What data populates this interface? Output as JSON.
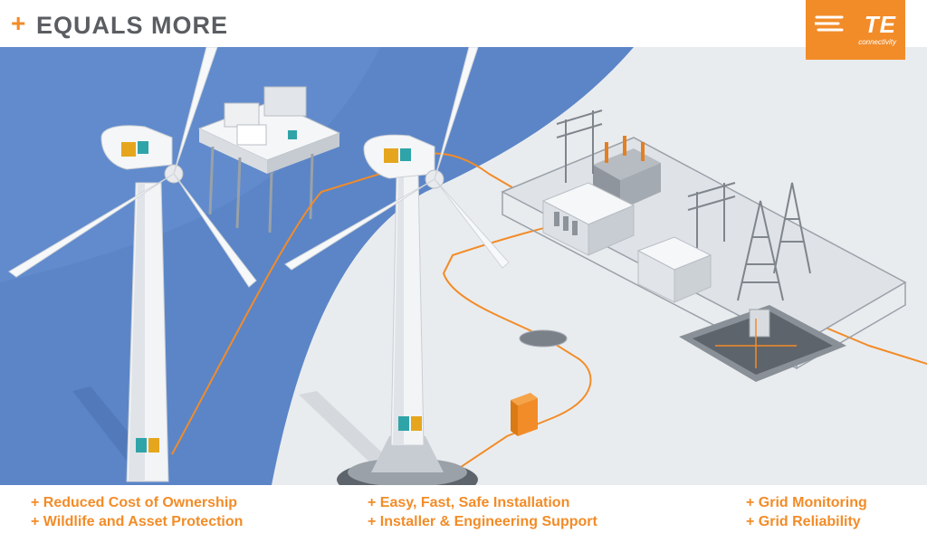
{
  "header": {
    "plus": "+",
    "title": "EQUALS MORE"
  },
  "logo": {
    "text": "TE",
    "subtext": "connectivity",
    "color": "#f28c28"
  },
  "colors": {
    "accent": "#f28c28",
    "sea": "#5b85c7",
    "land": "#e9ecef",
    "title": "#5a5d61"
  },
  "benefits": {
    "col1": [
      "+ Reduced Cost of Ownership",
      "+ Wildlife and Asset Protection"
    ],
    "col2": [
      "+ Easy, Fast, Safe Installation",
      "+ Installer & Engineering Support"
    ],
    "col3": [
      "+ Grid Monitoring",
      "+ Grid Reliability"
    ]
  }
}
